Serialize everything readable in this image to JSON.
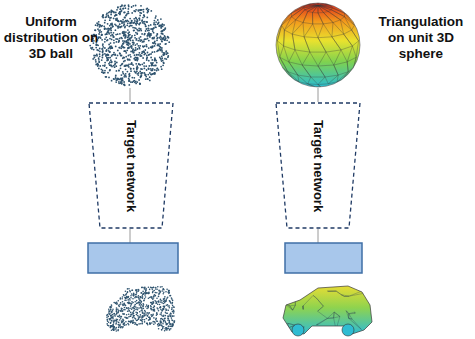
{
  "diagram": {
    "nodes": [
      {
        "text": [
          "Target network"
        ]
      },
      {
        "text": [
          "Target network"
        ]
      }
    ],
    "labels": [
      "Uniform distribution on 3D ball",
      "Triangulation on unit 3D sphere"
    ]
  }
}
